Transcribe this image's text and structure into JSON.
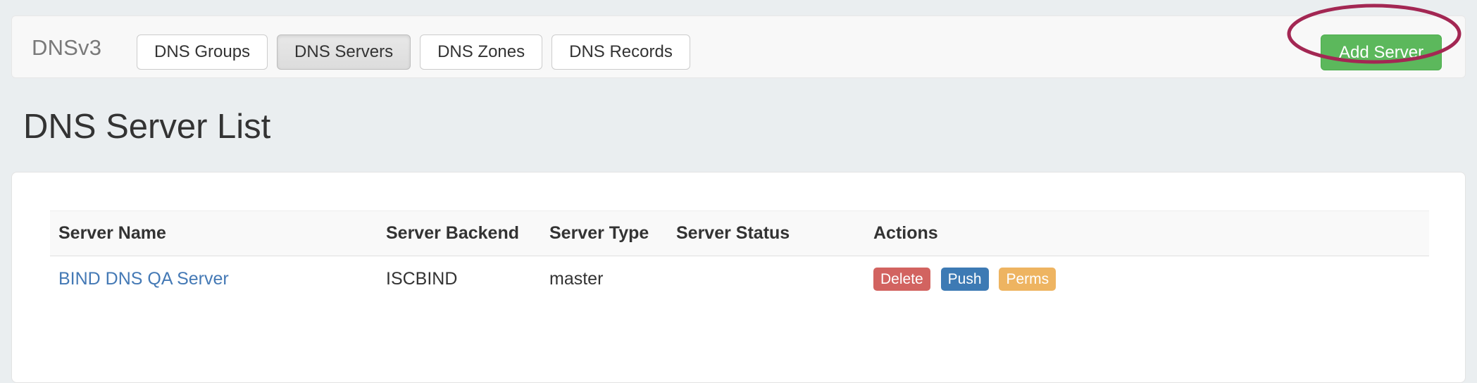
{
  "navbar": {
    "brand": "DNSv3",
    "nav_buttons": [
      {
        "label": "DNS Groups",
        "active": false
      },
      {
        "label": "DNS Servers",
        "active": true
      },
      {
        "label": "DNS Zones",
        "active": false
      },
      {
        "label": "DNS Records",
        "active": false
      }
    ],
    "add_button": {
      "label": "Add Server",
      "color": "#5cb85c"
    }
  },
  "annotation": {
    "shape": "ellipse",
    "color": "#a32753",
    "target": "add-server-button"
  },
  "page": {
    "title": "DNS Server List",
    "background": "#eaeef0"
  },
  "table": {
    "columns": [
      "Server Name",
      "Server Backend",
      "Server Type",
      "Server Status",
      "Actions"
    ],
    "rows": [
      {
        "server_name": "BIND DNS QA Server",
        "server_backend": "ISCBIND",
        "server_type": "master",
        "server_status": "",
        "actions": [
          {
            "label": "Delete",
            "color": "#d26360"
          },
          {
            "label": "Push",
            "color": "#3d7ab4"
          },
          {
            "label": "Perms",
            "color": "#eeb461"
          }
        ]
      }
    ]
  }
}
